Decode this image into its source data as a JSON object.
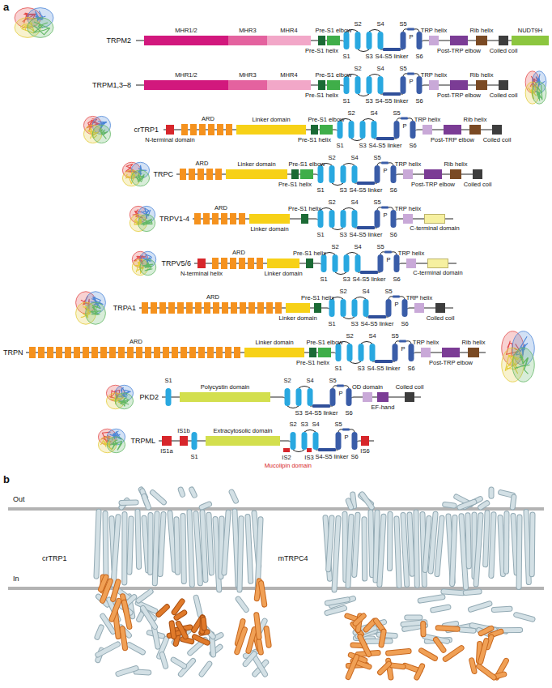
{
  "diagram": {
    "nodes": [
      {
        "text": [
          "MHR1/2"
        ]
      },
      {
        "text": [
          "MHR3"
        ]
      },
      {
        "text": [
          "MHR4"
        ]
      },
      {
        "text": [
          "Pre-S1 helix"
        ]
      },
      {
        "text": [
          "Pre-S1 elbow"
        ]
      },
      {
        "text": [
          "TRP helix"
        ]
      },
      {
        "text": [
          "Post-TRP elbow"
        ]
      },
      {
        "text": [
          "Rib helix"
        ]
      },
      {
        "text": [
          "Coiled coil"
        ]
      },
      {
        "text": [
          "NUDT9H"
        ]
      },
      {
        "text": [
          "MHR1/2"
        ]
      },
      {
        "text": [
          "MHR3"
        ]
      },
      {
        "text": [
          "MHR4"
        ]
      },
      {
        "text": [
          "Pre-S1 helix"
        ]
      },
      {
        "text": [
          "Pre-S1 elbow"
        ]
      },
      {
        "text": [
          "TRP helix"
        ]
      },
      {
        "text": [
          "Post-TRP elbow"
        ]
      },
      {
        "text": [
          "Rib helix"
        ]
      },
      {
        "text": [
          "Coiled coil"
        ]
      },
      {
        "text": [
          "N-terminal domain"
        ]
      },
      {
        "text": [
          "ARD"
        ]
      },
      {
        "text": [
          "Linker domain"
        ]
      },
      {
        "text": [
          "Pre-S1 helix"
        ]
      },
      {
        "text": [
          "Pre-S1 elbow"
        ]
      },
      {
        "text": [
          "TRP helix"
        ]
      },
      {
        "text": [
          "Post-TRP elbow"
        ]
      },
      {
        "text": [
          "Rib helix"
        ]
      },
      {
        "text": [
          "Coiled coil"
        ]
      },
      {
        "text": [
          "ARD"
        ]
      },
      {
        "text": [
          "Linker domain"
        ]
      },
      {
        "text": [
          "Pre-S1 helix"
        ]
      },
      {
        "text": [
          "Pre-S1 elbow"
        ]
      },
      {
        "text": [
          "TRP helix"
        ]
      },
      {
        "text": [
          "Post-TRP elbow"
        ]
      },
      {
        "text": [
          "Rib helix"
        ]
      },
      {
        "text": [
          "Coiled coil"
        ]
      },
      {
        "text": [
          "ARD"
        ]
      },
      {
        "text": [
          "Linker domain"
        ]
      },
      {
        "text": [
          "Pre-S1 helix"
        ]
      },
      {
        "text": [
          "TRP helix"
        ]
      },
      {
        "text": [
          "C-terminal domain"
        ]
      },
      {
        "text": [
          "N-terminal helix"
        ]
      },
      {
        "text": [
          "ARD"
        ]
      },
      {
        "text": [
          "Linker domain"
        ]
      },
      {
        "text": [
          "Pre-S1 helix"
        ]
      },
      {
        "text": [
          "TRP helix"
        ]
      },
      {
        "text": [
          "C-terminal domain"
        ]
      },
      {
        "text": [
          "ARD"
        ]
      },
      {
        "text": [
          "Linker domain"
        ]
      },
      {
        "text": [
          "Pre-S1 helix"
        ]
      },
      {
        "text": [
          "TRP helix"
        ]
      },
      {
        "text": [
          "Coiled coil"
        ]
      },
      {
        "text": [
          "ARD"
        ]
      },
      {
        "text": [
          "Linker domain"
        ]
      },
      {
        "text": [
          "Pre-S1 helix"
        ]
      },
      {
        "text": [
          "Pre-S1 elbow"
        ]
      },
      {
        "text": [
          "TRP helix"
        ]
      },
      {
        "text": [
          "Post-TRP elbow"
        ]
      },
      {
        "text": [
          "Rib helix"
        ]
      },
      {
        "text": [
          "Polycystin domain"
        ]
      },
      {
        "text": [
          "OD domain"
        ]
      },
      {
        "text": [
          "EF-hand"
        ]
      },
      {
        "text": [
          "Coiled coil"
        ]
      },
      {
        "text": [
          "IS1a"
        ]
      },
      {
        "text": [
          "IS1b"
        ]
      },
      {
        "text": [
          "Extracytosolic domain"
        ]
      },
      {
        "text": [
          "IS2"
        ]
      },
      {
        "text": [
          "IS3"
        ]
      },
      {
        "text": [
          "IS6"
        ]
      }
    ],
    "labels": [
      "a",
      "TRPM2",
      "S1",
      "S2",
      "S3",
      "S4",
      "S4-S5 linker",
      "S5",
      "P",
      "S6",
      "TRPM1,3–8",
      "S1",
      "S2",
      "S3",
      "S4",
      "S4-S5 linker",
      "S5",
      "P",
      "S6",
      "crTRP1",
      "S1",
      "S2",
      "S3",
      "S4",
      "S4-S5 linker",
      "S5",
      "P",
      "S6",
      "TRPC",
      "S1",
      "S2",
      "S3",
      "S4",
      "S4-S5 linker",
      "S5",
      "P",
      "S6",
      "TRPV1-4",
      "S1",
      "S2",
      "S3",
      "S4",
      "S4-S5 linker",
      "S5",
      "P",
      "S6",
      "TRPV5/6",
      "S1",
      "S2",
      "S3",
      "S4",
      "S4-S5 linker",
      "S5",
      "P",
      "S6",
      "TRPA1",
      "S1",
      "S2",
      "S3",
      "S4",
      "S4-S5 linker",
      "S5",
      "P",
      "S6",
      "TRPN",
      "S1",
      "S2",
      "S3",
      "S4",
      "S4-S5 linker",
      "S5",
      "P",
      "S6",
      "PKD2",
      "S1",
      "S2",
      "S3",
      "S4",
      "S4-S5 linker",
      "S5",
      "P",
      "S6",
      "TRPML",
      "S1",
      "S2",
      "S3",
      "S4",
      "S4-S5 linker",
      "S5",
      "P",
      "S6",
      "Mucolipin domain",
      "b",
      "Out",
      "In",
      "crTRP1",
      "mTRPC4"
    ]
  }
}
